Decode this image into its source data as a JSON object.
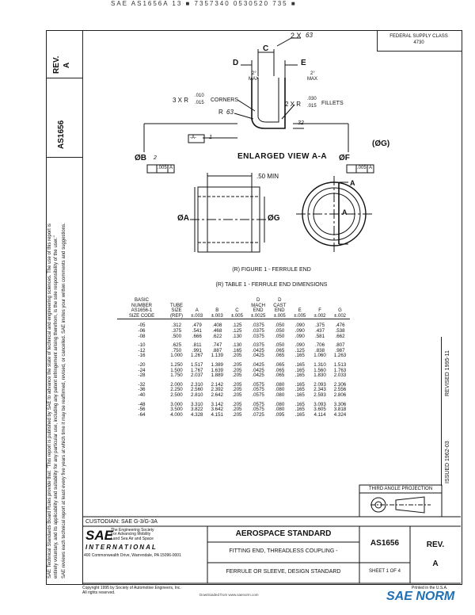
{
  "top_strip": "SAE AS1656A 13 ■ 7357340 0530520 735 ■",
  "header": {
    "federal_supply_class_label": "FEDERAL SUPPLY CLASS",
    "federal_supply_class_value": "4730"
  },
  "side": {
    "rev_label": "REV.",
    "rev_value": "A",
    "doc_number": "AS1656",
    "revised": "REVISED 1995-11",
    "issued": "ISSUED 1962-03"
  },
  "disclaimer": {
    "line1": "SAE Technical Standards Board Rules provide that: \"This report is published by SAE to advance the state of technical and engineering sciences. The use of this report is",
    "line2": "entirely voluntary, and its applicability and suitability for any particular use, including any patent infringement arising therefrom, is the sole responsibility of the user.\"",
    "line3": "SAE reviews each technical report at least every five years at which time it may be reaffirmed, revised, or cancelled. SAE invites your written comments and suggestions."
  },
  "drawing": {
    "dim_2x_63": "2 X",
    "ref_63": "63",
    "label_c": "C",
    "label_d": "D",
    "label_e": "E",
    "two_deg_max_left": "2°",
    "max_left": "MAX",
    "two_deg_max_right": "2°",
    "max_right": "MAX",
    "corners_prefix": "3 X R",
    "corners_upper": ".010",
    "corners_lower": ".015",
    "corners_label": "CORNERS",
    "r_label": "R",
    "ref_63_b": "63",
    "fillets_prefix": "2 X R",
    "fillets_upper": ".030",
    "fillets_lower": ".015",
    "fillets_label": "FILLETS",
    "ref_32": "32",
    "datum_a": "-A-",
    "ref_1": "1",
    "diameter_b": "ØB",
    "ref_2": "2",
    "tol_b_val": ".005",
    "tol_b_ref": "A",
    "enlarged_view": "ENLARGED VIEW A-A",
    "diameter_f": "ØF",
    "diameter_g_paren": "(ØG)",
    "tol_f_val": ".005",
    "tol_f_ref": "A",
    "min_50": ".50 MIN",
    "diameter_a": "ØA",
    "diameter_g": "ØG",
    "section_a_top": "A",
    "section_a_mid": "A",
    "figure_caption": "(R) FIGURE 1 - FERRULE END",
    "table_caption": "(R) TABLE 1 - FERRULE END DIMENSIONS"
  },
  "table": {
    "headers": [
      [
        "BASIC",
        "NUMBER",
        "AS1656-1",
        "SIZE CODE"
      ],
      [
        "TUBE",
        "SIZE",
        "(REF)"
      ],
      [
        "A",
        "±.003"
      ],
      [
        "B",
        "±.003"
      ],
      [
        "C",
        "±.005"
      ],
      [
        "D",
        "MACH",
        "END",
        "±.0025"
      ],
      [
        "D",
        "CAST",
        "END",
        "±.005"
      ],
      [
        "E",
        "±.005"
      ],
      [
        "F",
        "±.002"
      ],
      [
        "G",
        "±.002"
      ]
    ],
    "groups": [
      [
        [
          "-05",
          ".312",
          ".479",
          ".408",
          ".125",
          ".0375",
          ".050",
          ".090",
          ".375",
          ".476"
        ],
        [
          "-06",
          ".375",
          ".541",
          ".468",
          ".125",
          ".0375",
          ".050",
          ".090",
          ".437",
          ".538"
        ],
        [
          "-08",
          ".500",
          ".666",
          ".622",
          ".130",
          ".0375",
          ".050",
          ".090",
          ".581",
          ".662"
        ]
      ],
      [
        [
          "-10",
          ".625",
          ".811",
          ".747",
          ".130",
          ".0375",
          ".050",
          ".090",
          ".706",
          ".807"
        ],
        [
          "-12",
          ".750",
          ".991",
          ".887",
          ".165",
          ".0425",
          ".065",
          ".125",
          ".838",
          ".987"
        ],
        [
          "-16",
          "1.000",
          "1.267",
          "1.139",
          ".205",
          ".0425",
          ".065",
          ".165",
          "1.060",
          "1.263"
        ]
      ],
      [
        [
          "-20",
          "1.250",
          "1.517",
          "1.389",
          ".205",
          ".0425",
          ".065",
          ".165",
          "1.310",
          "1.513"
        ],
        [
          "-24",
          "1.500",
          "1.767",
          "1.639",
          ".205",
          ".0425",
          ".065",
          ".165",
          "1.560",
          "1.763"
        ],
        [
          "-28",
          "1.750",
          "2.037",
          "1.889",
          ".205",
          ".0425",
          ".065",
          ".165",
          "1.830",
          "2.033"
        ]
      ],
      [
        [
          "-32",
          "2.000",
          "2.310",
          "2.142",
          ".205",
          ".0575",
          ".080",
          ".165",
          "2.093",
          "2.306"
        ],
        [
          "-36",
          "2.250",
          "2.560",
          "2.392",
          ".205",
          ".0575",
          ".080",
          ".165",
          "2.343",
          "2.556"
        ],
        [
          "-40",
          "2.500",
          "2.810",
          "2.642",
          ".205",
          ".0575",
          ".080",
          ".165",
          "2.593",
          "2.806"
        ]
      ],
      [
        [
          "-48",
          "3.000",
          "3.310",
          "3.142",
          ".205",
          ".0575",
          ".080",
          ".165",
          "3.093",
          "3.306"
        ],
        [
          "-56",
          "3.500",
          "3.822",
          "3.642",
          ".205",
          ".0575",
          ".080",
          ".165",
          "3.605",
          "3.818"
        ],
        [
          "-64",
          "4.000",
          "4.328",
          "4.151",
          ".205",
          ".0725",
          ".095",
          ".165",
          "4.114",
          "4.324"
        ]
      ]
    ]
  },
  "projection": {
    "label": "THIRD ANGLE PROJECTION"
  },
  "title_block": {
    "custodian": "CUSTODIAN: SAE G-3/G-3A",
    "sae_logo": "SAE",
    "sae_tag1": "The Engineering Society",
    "sae_tag2": "For Advancing Mobility",
    "sae_tag3": "Land Sea Air and Space",
    "international": "INTERNATIONAL",
    "address": "400 Commonwealth Drive, Warrendale, PA 15096-0001",
    "standard_type": "AEROSPACE STANDARD",
    "title_line1": "FITTING END, THREADLESS COUPLING -",
    "title_line2": "FERRULE OR SLEEVE, DESIGN STANDARD",
    "doc_number": "AS1656",
    "sheet": "SHEET 1 OF 4",
    "rev_label": "REV.",
    "rev_value": "A"
  },
  "footer": {
    "copyright_line1": "Copyright 1995 by Society of Automotive Engineers, Inc.",
    "copyright_line2": "All rights reserved.",
    "printed": "Printed in the U.S.A.",
    "center_note": "Downloaded from www.saenorm.com",
    "watermark": "SAE NORM"
  }
}
